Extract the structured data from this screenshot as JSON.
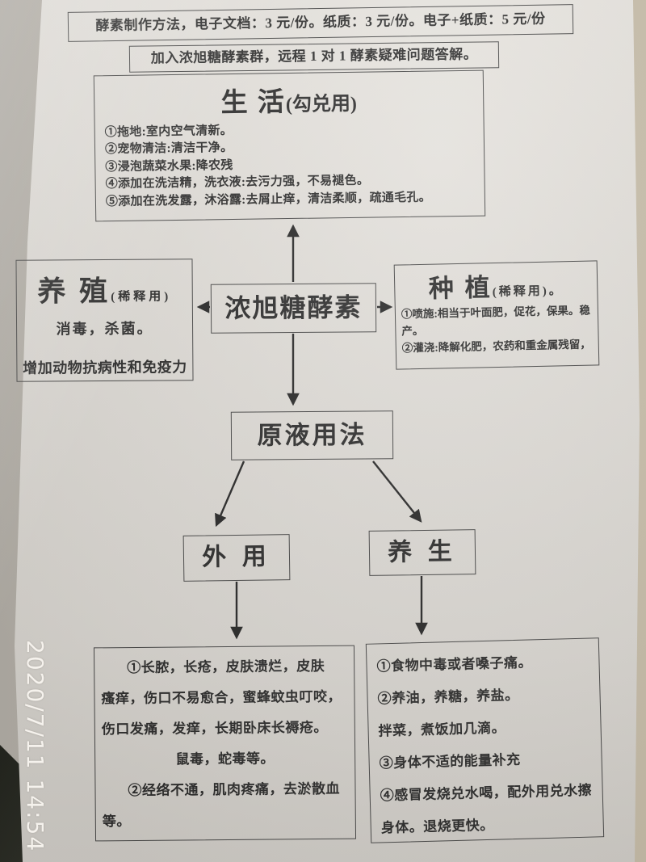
{
  "photo": {
    "timestamp": "2020/7/11 14:54"
  },
  "banners": {
    "pricing": "酵素制作方法，电子文档：3 元/份。纸质：3 元/份。电子+纸质：5 元/份",
    "join_group": "加入浓旭糖酵素群，远程 1 对 1 酵素疑难问题答解。"
  },
  "life_box": {
    "title": "生 活",
    "title_note": "(勾兑用)",
    "items": [
      "①拖地:室内空气清新。",
      "②宠物清洁:清洁干净。",
      "③浸泡蔬菜水果:降农残",
      "④添加在洗洁精，洗衣液:去污力强，不易褪色。",
      "⑤添加在洗发露，沐浴露:去屑止痒，清洁柔顺，疏通毛孔。"
    ]
  },
  "breeding_box": {
    "title": "养 殖",
    "title_note": "(稀释用)",
    "lines": [
      "消毒，杀菌。",
      "增加动物抗病性和免疫力"
    ]
  },
  "product_box": {
    "label": "浓旭糖酵素"
  },
  "planting_box": {
    "title": "种 植",
    "title_note": "(稀释用)。",
    "items": [
      "①喷施:相当于叶面肥，促花，保果。稳产。",
      "②灌浇:降解化肥，农药和重金属残留，"
    ]
  },
  "stock_box": {
    "label": "原液用法"
  },
  "external_box": {
    "label": "外 用"
  },
  "health_box": {
    "label": "养 生"
  },
  "external_detail_box": {
    "lines": [
      "①长脓，长疮，皮肤溃烂，皮肤",
      "瘙痒，伤口不易愈合，蜜蜂蚊虫叮咬，",
      "伤口发痛，发痒，长期卧床长褥疮。",
      "鼠毒，蛇毒等。",
      "②经络不通，肌肉疼痛，去淤散血",
      "等。"
    ]
  },
  "health_detail_box": {
    "lines": [
      "①食物中毒或者嗓子痛。",
      "②养油，养糖，养盐。",
      "拌菜，煮饭加几滴。",
      "③身体不适的能量补充",
      "④感冒发烧兑水喝，配外用兑水擦",
      "身体。退烧更快。"
    ]
  },
  "colors": {
    "ink": "#2b2b2b",
    "paper": "#dbd8d3",
    "wall": "#c3b9a6",
    "timestamp_text": "#f7f4ee"
  }
}
